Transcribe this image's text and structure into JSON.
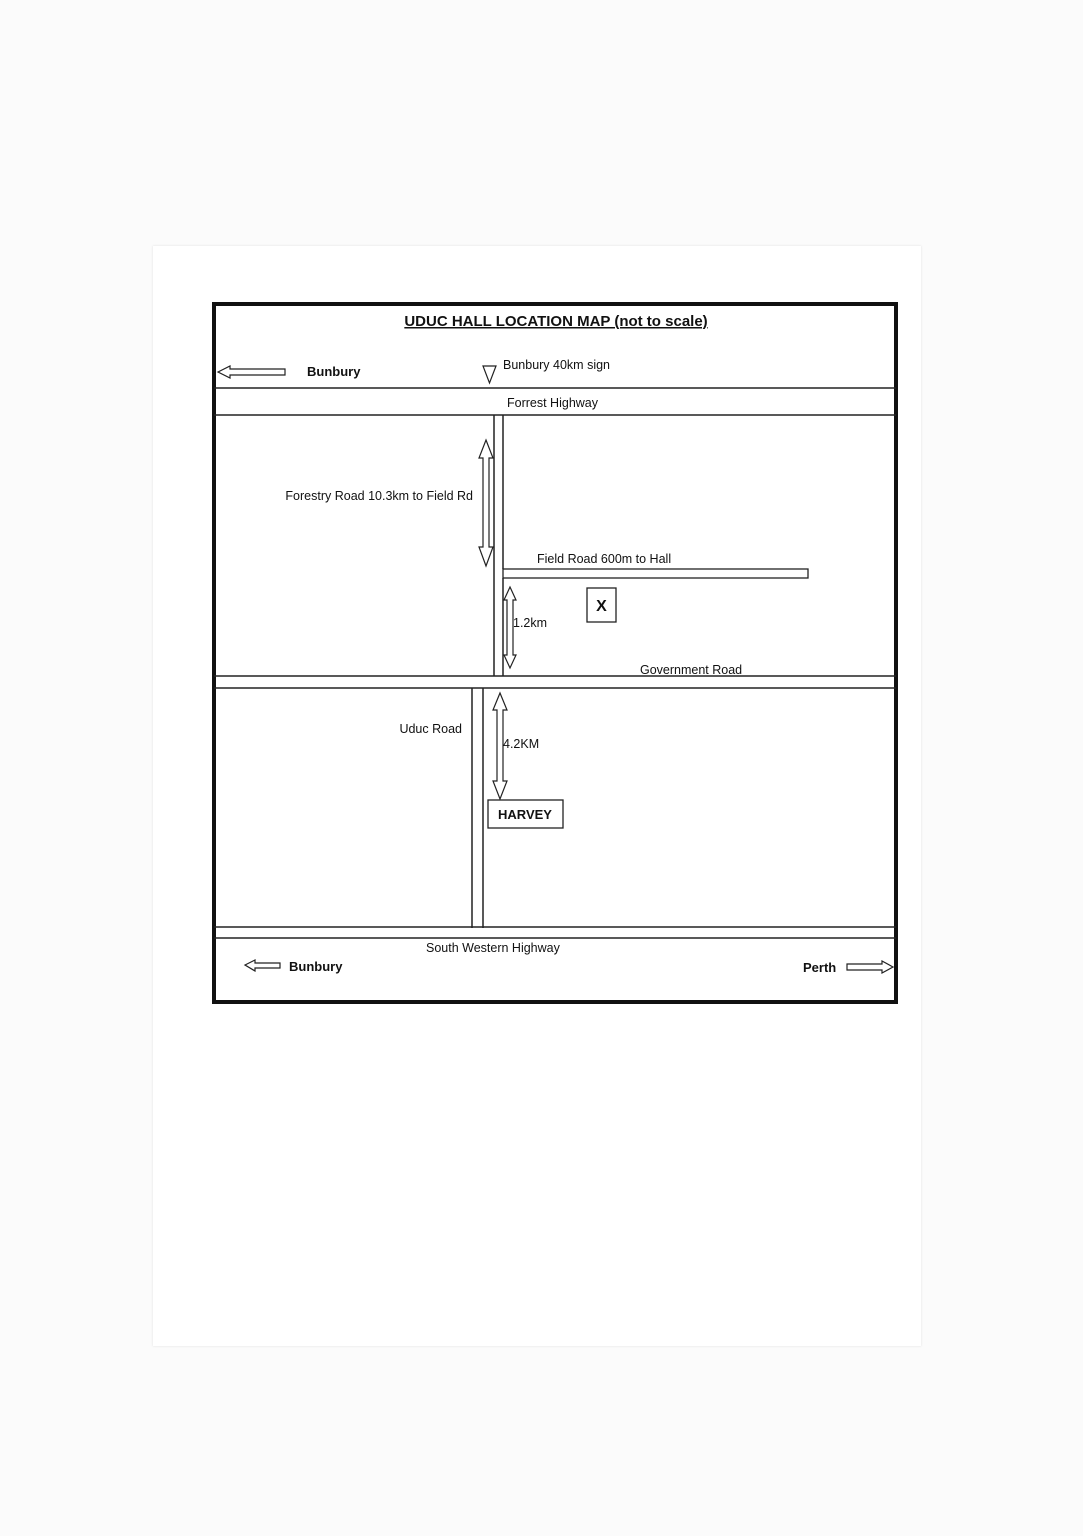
{
  "map": {
    "title": "UDUC HALL LOCATION MAP (not to scale)",
    "labels": {
      "bunbury_top": "Bunbury",
      "bunbury_sign": "Bunbury 40km sign",
      "forrest_highway": "Forrest Highway",
      "forestry_road": "Forestry Road 10.3km to Field Rd",
      "field_road": "Field Road 600m to Hall",
      "hall_marker": "X",
      "distance_1_2": "1.2km",
      "government_road": "Government Road",
      "uduc_road": "Uduc Road",
      "distance_4_2": "4.2KM",
      "harvey": "HARVEY",
      "south_western_highway": "South Western Highway",
      "bunbury_bottom": "Bunbury",
      "perth": "Perth"
    }
  }
}
